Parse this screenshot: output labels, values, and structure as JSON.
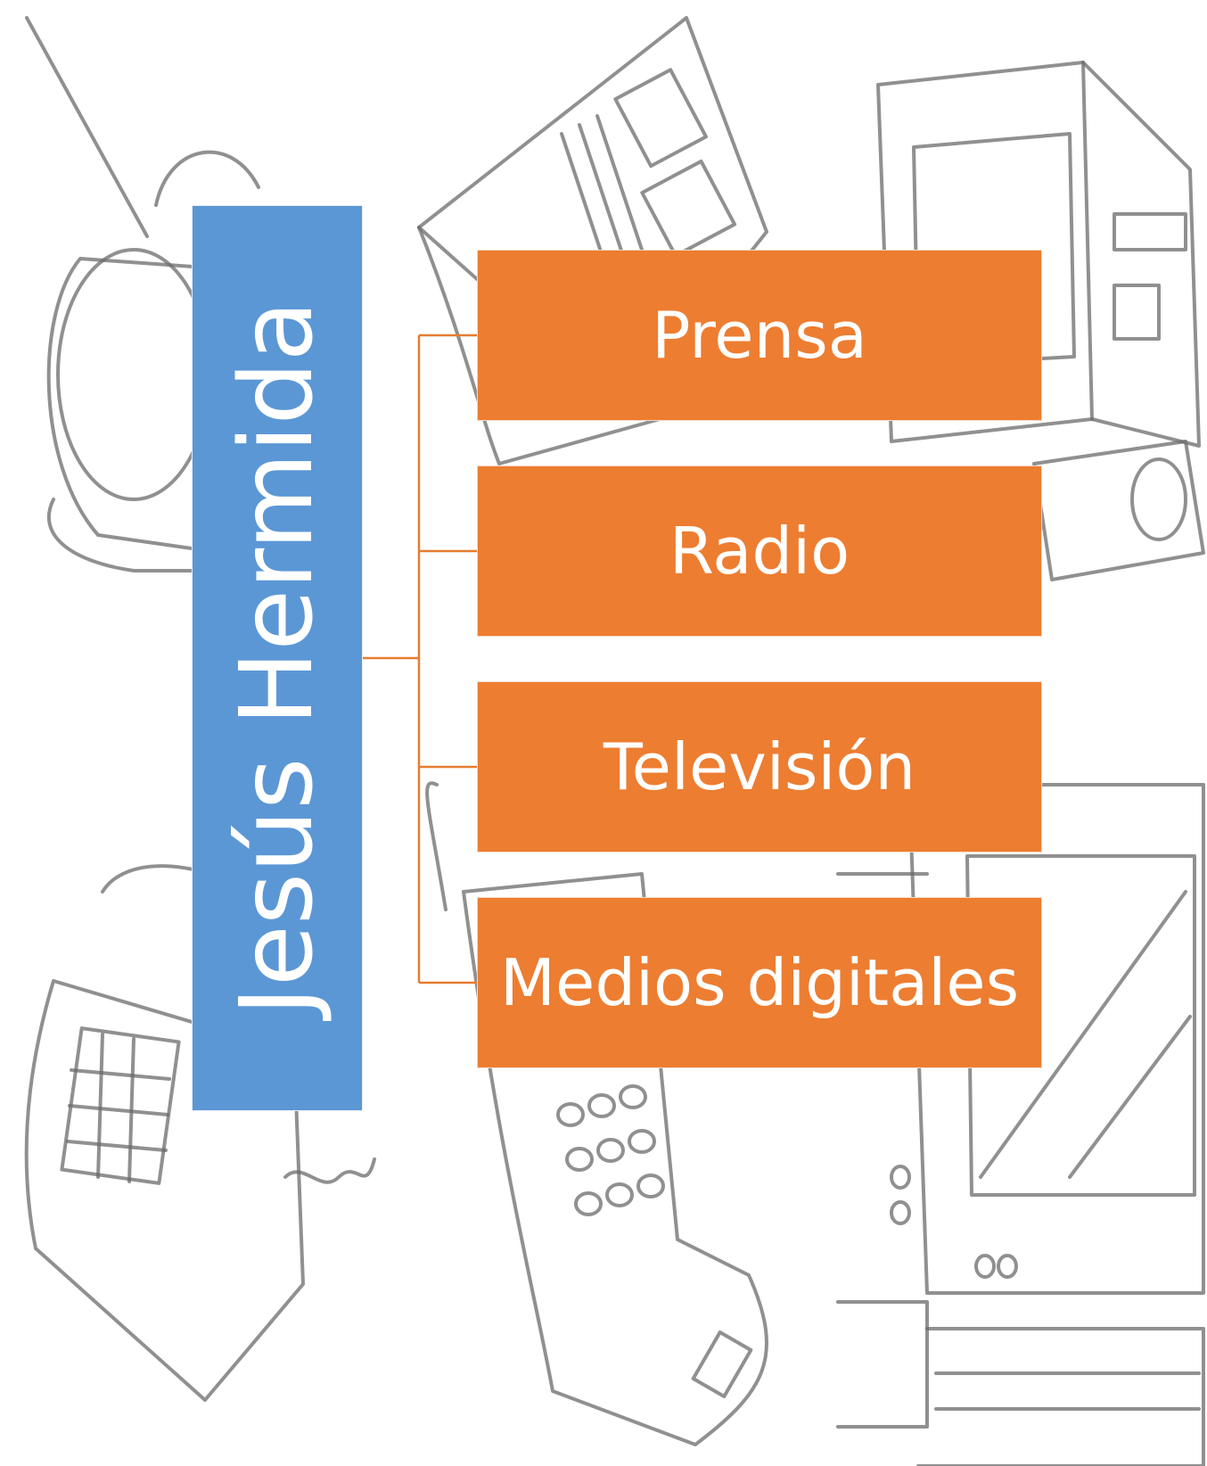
{
  "diagram": {
    "root": {
      "label": "Jesús Hermida"
    },
    "branches": [
      {
        "label": "Prensa"
      },
      {
        "label": "Radio"
      },
      {
        "label": "Televisión"
      },
      {
        "label": "Medios digitales"
      }
    ]
  },
  "colors": {
    "root_fill": "#5b97d5",
    "branch_fill": "#ed7d31",
    "connector": "#e67c30",
    "text": "#ffffff"
  },
  "background_icons": [
    "radio-icon",
    "newspaper-icon",
    "desktop-computer-icon",
    "landline-phone-icon",
    "mobile-phone-icon",
    "computer-monitor-icon"
  ]
}
